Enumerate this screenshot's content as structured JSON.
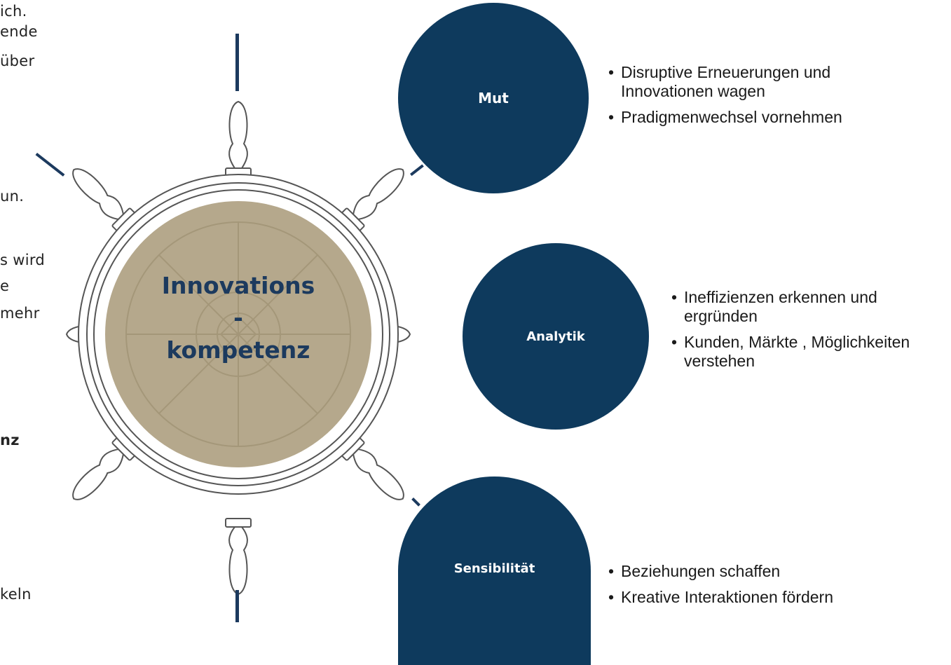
{
  "left_fragments": [
    "ich.",
    "ende",
    "über",
    "un.",
    "s wird",
    "e",
    "mehr",
    "nz",
    "keln"
  ],
  "center": {
    "line1": "Innovations",
    "line2": "-",
    "line3": "kompetenz"
  },
  "bubbles": [
    {
      "label": "Mut",
      "bullets": [
        "Disruptive Erneuerungen und Innovationen wagen",
        "Pradigmenwechsel vornehmen"
      ]
    },
    {
      "label": "Analytik",
      "bullets": [
        "Ineffizienzen erkennen und ergründen",
        "Kunden, Märkte , Möglichkeiten verstehen"
      ]
    },
    {
      "label": "Sensibilität",
      "bullets": [
        "Beziehungen schaffen",
        "Kreative Interaktionen fördern"
      ]
    }
  ],
  "colors": {
    "navy": "#0e3a5d",
    "center_fill": "#b5a88c",
    "center_text": "#1c3a5e"
  }
}
